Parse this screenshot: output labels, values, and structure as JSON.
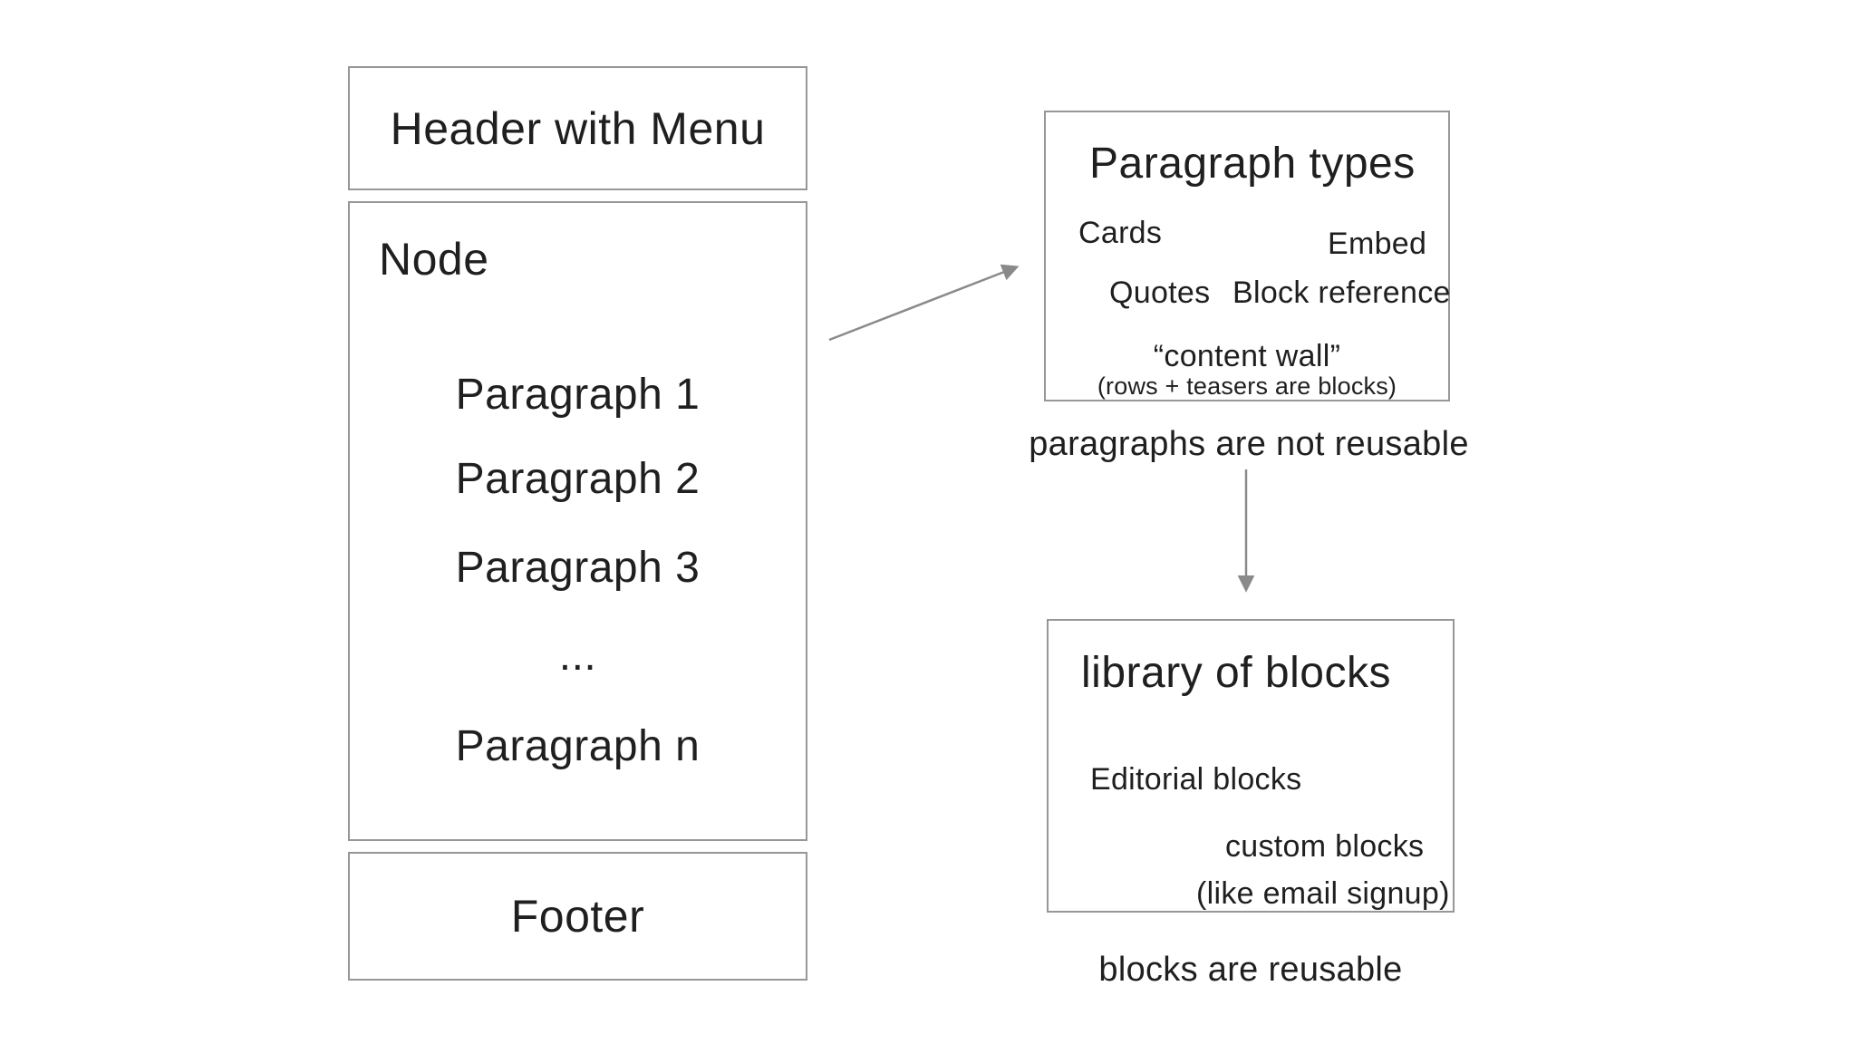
{
  "canvas": {
    "background": "#ffffff",
    "text_color": "#1f1f1f",
    "border_color": "#979797",
    "arrow_color": "#8a8a8a"
  },
  "page_structure": {
    "header": "Header with Menu",
    "node": "Node",
    "paragraphs": [
      "Paragraph 1",
      "Paragraph 2",
      "Paragraph 3",
      "...",
      "Paragraph n"
    ],
    "footer": "Footer"
  },
  "paragraph_types": {
    "title": "Paragraph types",
    "cards": "Cards",
    "embed": "Embed",
    "quotes": "Quotes",
    "block_reference": "Block reference",
    "content_wall": "“content wall”",
    "content_wall_note": "(rows + teasers are blocks)",
    "caption": "paragraphs are not reusable"
  },
  "library_of_blocks": {
    "title": "library of blocks",
    "editorial_blocks": "Editorial blocks",
    "custom_blocks": "custom blocks",
    "custom_blocks_note": "(like email signup)",
    "caption": "blocks are reusable"
  }
}
